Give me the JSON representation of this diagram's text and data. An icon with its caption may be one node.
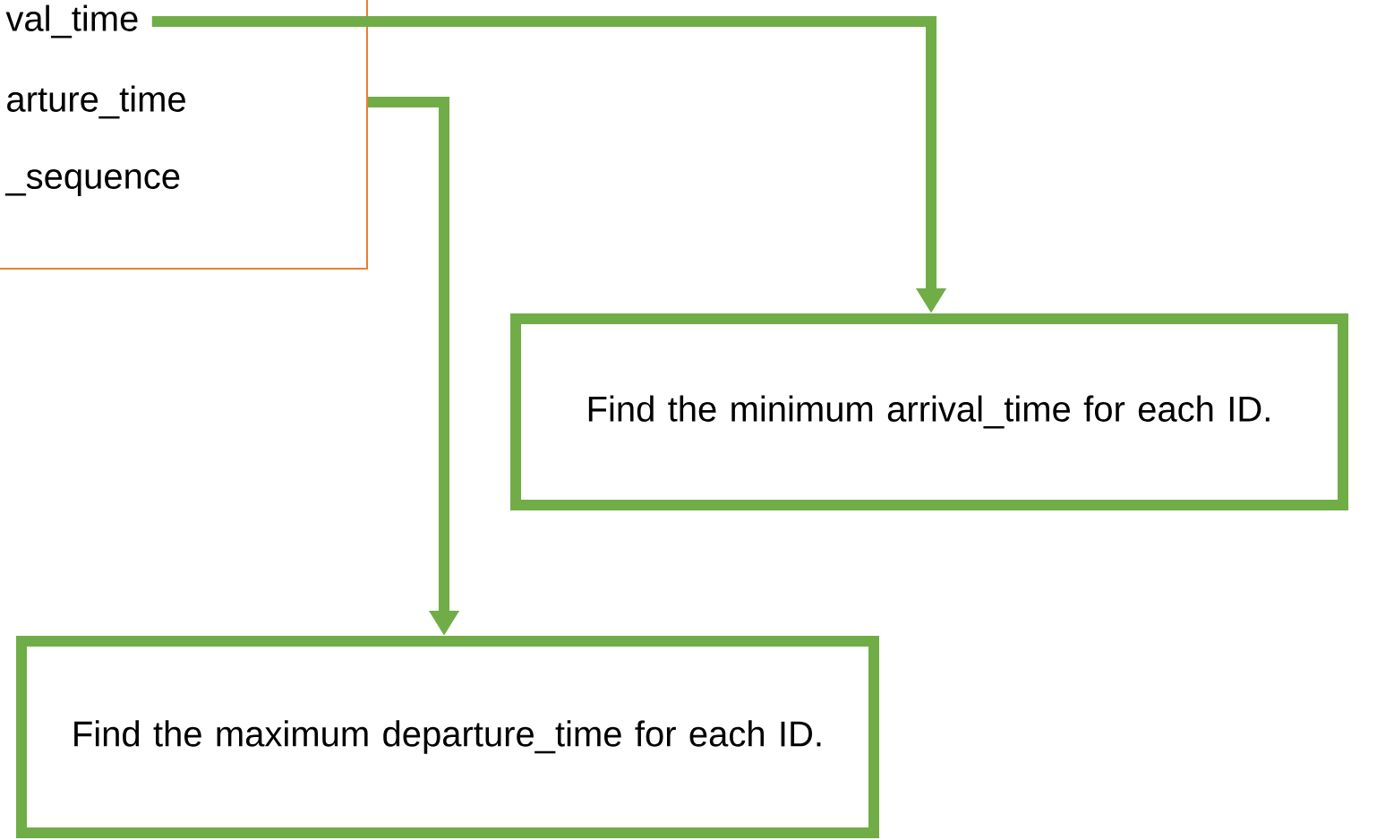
{
  "diagram": {
    "nodes": [
      {
        "text": [
          "val_time",
          "arture_time",
          "_sequence"
        ]
      },
      {
        "text": [
          "Find the minimum arrival_time for each ID."
        ]
      },
      {
        "text": [
          "Find the maximum departure_time for each ID."
        ]
      }
    ],
    "edges": [
      {
        "from": 0,
        "to": 1,
        "arrow": "to"
      },
      {
        "from": 0,
        "to": 2,
        "arrow": "to"
      }
    ]
  }
}
